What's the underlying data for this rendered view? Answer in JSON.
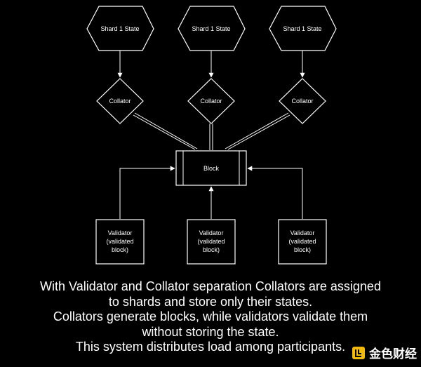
{
  "diagram": {
    "shards": [
      "Shard 1 State",
      "Shard 1 State",
      "Shard 1 State"
    ],
    "collators": [
      "Collator",
      "Collator",
      "Collator"
    ],
    "block": "Block",
    "validators": [
      [
        "Validator",
        "(validated",
        "block)"
      ],
      [
        "Validator",
        "(validated",
        "block)"
      ],
      [
        "Validator",
        "(validated",
        "block)"
      ]
    ]
  },
  "caption": {
    "lines": [
      "With Validator and Collator separation Collators are assigned",
      "to shards and store only their states.",
      "Collators generate blocks, while validators validate them",
      "without storing the state.",
      "This system distributes load among participants."
    ]
  },
  "watermark": {
    "text": "金色财经",
    "colors": {
      "gold": "#f0b90b"
    }
  }
}
